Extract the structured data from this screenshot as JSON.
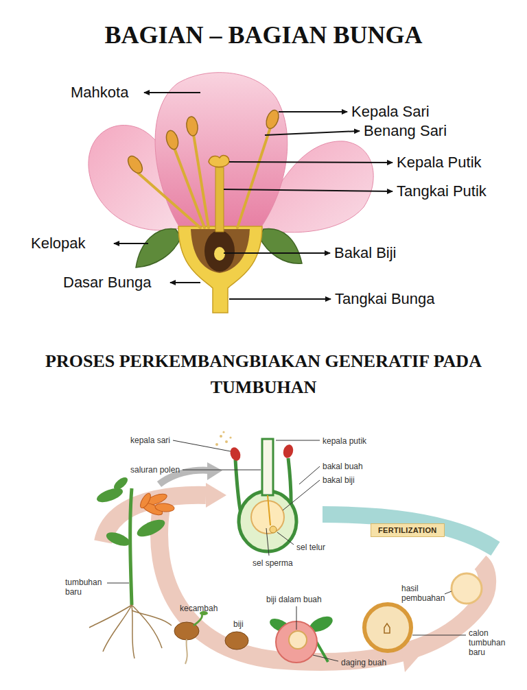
{
  "diagram": {
    "title": "BAGIAN – BAGIAN BUNGA",
    "nodes": [
      {
        "text": [
          "FERTILIZATION"
        ]
      }
    ],
    "labels": [
      "Mahkota",
      "Kepala Sari",
      "Benang Sari",
      "Kepala Putik",
      "Tangkai Putik",
      "Kelopak",
      "Bakal Biji",
      "Dasar Bunga",
      "Tangkai Bunga",
      "PROSES PERKEMBANGBIAKAN GENERATIF PADA TUMBUHAN",
      "kepala sari",
      "kepala putik",
      "saluran polen",
      "bakal buah",
      "bakal biji",
      "sel telur",
      "sel sperma",
      "hasil pembuahan",
      "tumbuhan baru",
      "calon tumbuhan baru",
      "biji dalam buah",
      "kecambah",
      "biji",
      "daging buah"
    ]
  }
}
